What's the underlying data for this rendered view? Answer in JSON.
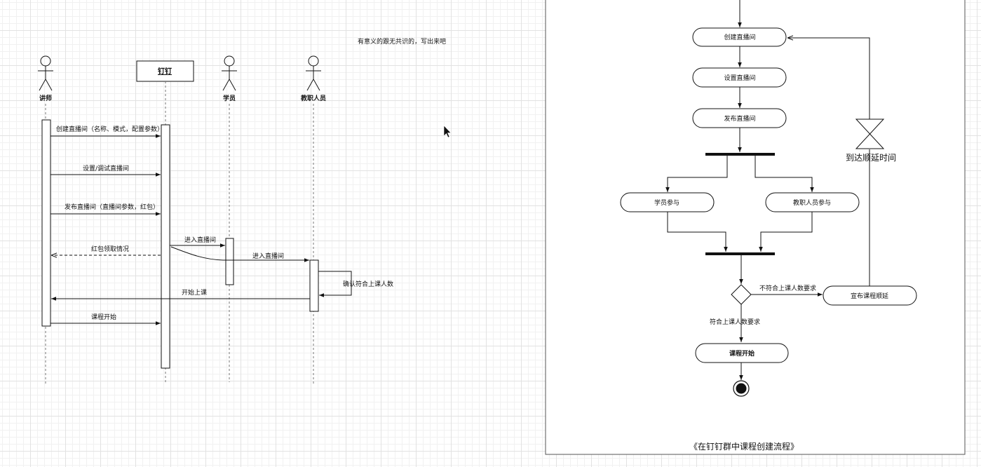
{
  "note": "有意义的跟无共识的，写出来吧",
  "sequence": {
    "actors": {
      "lecturer": "讲师",
      "dingtalk": "钉钉",
      "student": "学员",
      "staff": "教职人员"
    },
    "messages": {
      "m1": "创建直播间（名称、模式，配置参数）",
      "m2": "设置/调试直播间",
      "m3": "发布直播间（直播间参数，红包）",
      "m4": "进入直播间",
      "m5": "红包领取情况",
      "m6": "进入直播间",
      "m7": "确认符合上课人数",
      "m8": "开始上课",
      "m9": "课程开始"
    }
  },
  "activity": {
    "create": "创建直播间",
    "setup": "设置直播间",
    "publish": "发布直播间",
    "student_join": "学员参与",
    "staff_join": "教职人员参与",
    "not_meet": "不符合上课人数要求",
    "announce_delay": "宣布课程顺延",
    "delay_time": "到达顺延时间",
    "meet": "符合上课人数要求",
    "course_start": "课程开始",
    "caption": "《在钉钉群中课程创建流程》"
  }
}
